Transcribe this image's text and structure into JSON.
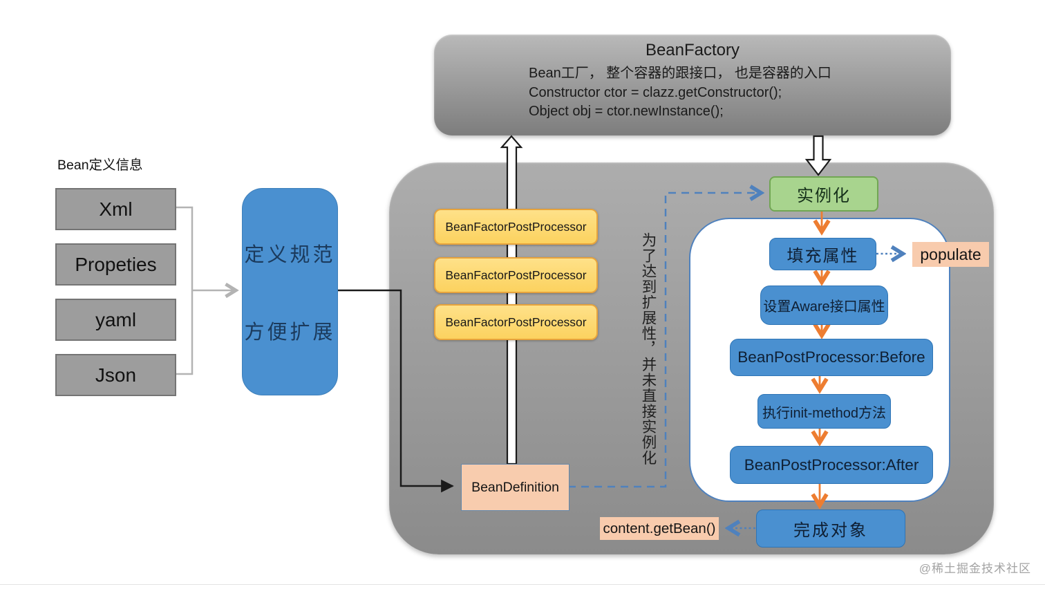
{
  "factory": {
    "title": "BeanFactory",
    "lines": [
      "Bean工厂， 整个容器的跟接口， 也是容器的入口",
      "Constructor ctor = clazz.getConstructor();",
      "Object obj = ctor.newInstance();"
    ]
  },
  "left_panel": {
    "label": "Bean定义信息",
    "sources": [
      "Xml",
      "Propeties",
      "yaml",
      "Json"
    ],
    "spec_box": {
      "line1": "定义规范",
      "line2": "方便扩展"
    }
  },
  "processors": [
    "BeanFactorPostProcessor",
    "BeanFactorPostProcessor",
    "BeanFactorPostProcessor"
  ],
  "bean_definition": "BeanDefinition",
  "note_vertical": "为了达到扩展性，并未直接实例化",
  "lifecycle": {
    "instantiate": "实例化",
    "fill_properties": "填充属性",
    "populate_label": "populate",
    "set_aware": "设置Aware接口属性",
    "bpp_before": "BeanPostProcessor:Before",
    "init_method": "执行init-method方法",
    "bpp_after": "BeanPostProcessor:After",
    "complete": "完成对象",
    "get_bean": "content.getBean()"
  },
  "watermark": "@稀土掘金技术社区",
  "colors": {
    "container_gray_top": "#adadad",
    "container_gray_bottom": "#8b8b8b",
    "box_gray": "#9d9d9d",
    "blue": "#4a90d0",
    "blue_border": "#2e74b5",
    "blue_deep": "#4f81bd",
    "yellow": "#fdd76e",
    "yellow_border": "#e7a33c",
    "green": "#a8d48e",
    "green_border": "#71a653",
    "peach": "#f8cbad",
    "orange_arrow": "#ed7d31"
  }
}
